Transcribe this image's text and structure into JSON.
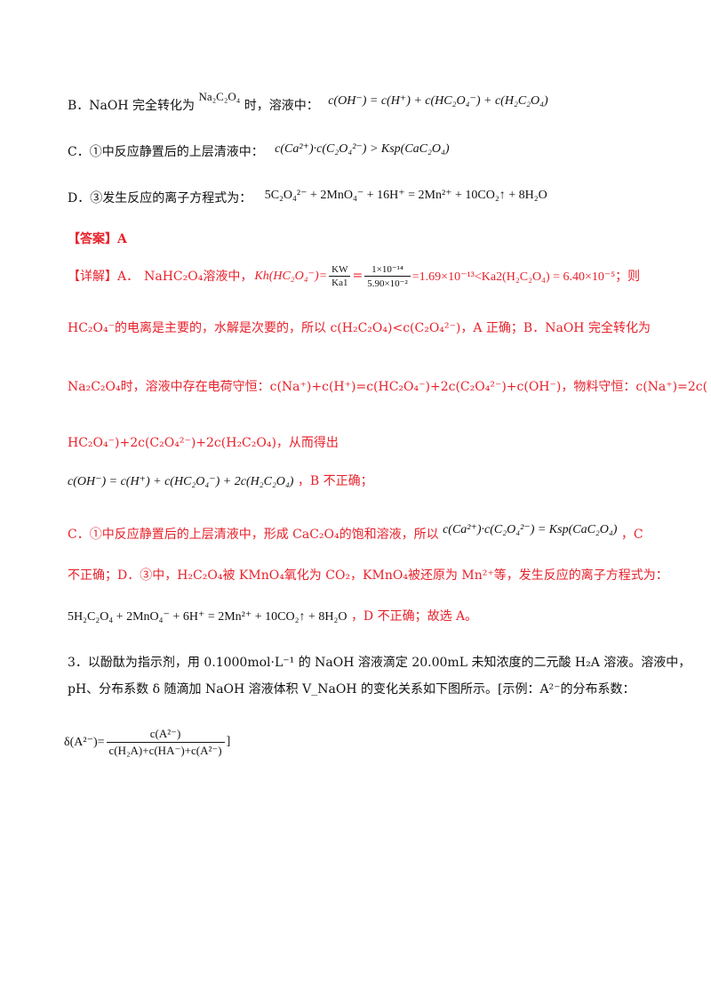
{
  "option_b": {
    "text_prefix": "B．NaOH 完全转化为",
    "compound": "Na₂C₂O₄",
    "text_suffix": "时，溶液中：",
    "equation": "c(OH⁻) = c(H⁺) + c(HC₂O₄⁻) + c(H₂C₂O₄)"
  },
  "option_c": {
    "text": "C．①中反应静置后的上层清液中：",
    "equation": "c(Ca²⁺)·c(C₂O₄²⁻) > Ksp(CaC₂O₄)"
  },
  "option_d": {
    "text": "D．③发生反应的离子方程式为：",
    "equation": "5C₂O₄²⁻ + 2MnO₄⁻ + 16H⁺ = 2Mn²⁺ + 10CO₂↑ + 8H₂O"
  },
  "answer": {
    "label": "【答案】A"
  },
  "detail": {
    "line1_label": "【详解】A．",
    "line1_text": "NaHC₂O₄溶液中，",
    "kh": "Kh(HC₂O₄⁻)=",
    "frac1_num": "KW",
    "frac1_den": "Ka1",
    "eq_sign": "=",
    "frac2_num": "1×10⁻¹⁴",
    "frac2_den": "5.90×10⁻²",
    "result": "=1.69×10⁻¹³<Ka2(H₂C₂O₄) = 6.40×10⁻⁵；则",
    "line2": "HC₂O₄⁻的电离是主要的，水解是次要的，所以 c(H₂C₂O₄)<c(C₂O₄²⁻)，A 正确；B．NaOH 完全转化为",
    "line3": "Na₂C₂O₄时，溶液中存在电荷守恒：c(Na⁺)+c(H⁺)=c(HC₂O₄⁻)+2c(C₂O₄²⁻)+c(OH⁻)，物料守恒：c(Na⁺)=2c(",
    "line4": "HC₂O₄⁻)+2c(C₂O₄²⁻)+2c(H₂C₂O₄)，从而得出",
    "line5_eq": "c(OH⁻) = c(H⁺) + c(HC₂O₄⁻) + 2c(H₂C₂O₄)",
    "line5_text": "，B 不正确；",
    "line6_text": "C．①中反应静置后的上层清液中，形成 CaC₂O₄的饱和溶液，所以",
    "line6_eq": "c(Ca²⁺)·c(C₂O₄²⁻) = Ksp(CaC₂O₄)",
    "line6_end": "，C",
    "line7": "不正确；D．③中，H₂C₂O₄被 KMnO₄氧化为 CO₂，KMnO₄被还原为 Mn²⁺等，发生反应的离子方程式为：",
    "line8_eq": "5H₂C₂O₄ + 2MnO₄⁻ + 6H⁺ = 2Mn²⁺ + 10CO₂↑ + 8H₂O",
    "line8_text": "，D 不正确；故选 A。"
  },
  "question3": {
    "line1": "3．以酚酞为指示剂，用 0.1000mol·L⁻¹ 的 NaOH 溶液滴定 20.00mL 未知浓度的二元酸 H₂A 溶液。溶液中，",
    "line2": "pH、分布系数 δ 随滴加 NaOH 溶液体积 V_NaOH 的变化关系如下图所示。[示例：A²⁻的分布系数：",
    "delta_label": "δ(A²⁻)=",
    "delta_num": "c(A²⁻)",
    "delta_den": "c(H₂A)+c(HA⁻)+c(A²⁻)",
    "delta_close": "]"
  }
}
